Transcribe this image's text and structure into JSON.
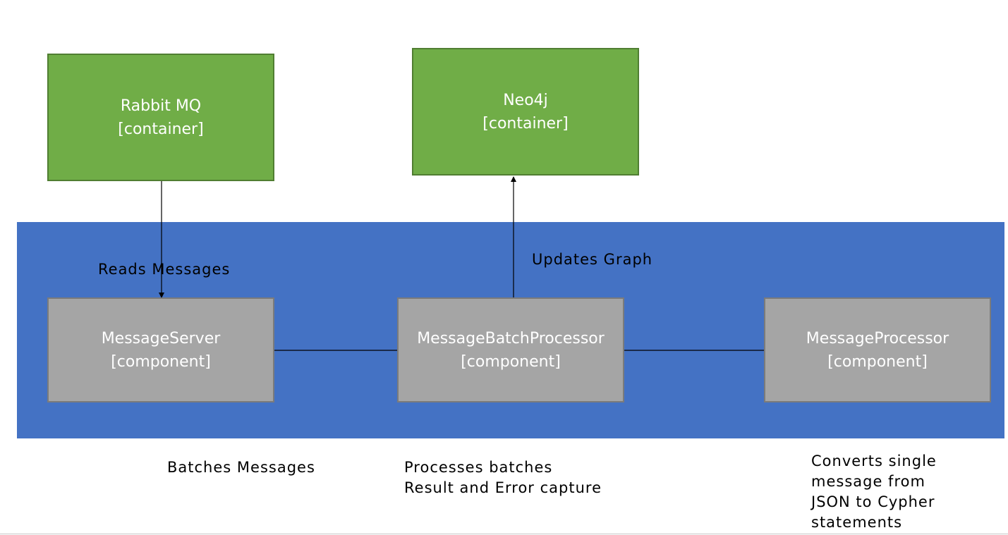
{
  "containers": {
    "rabbit": {
      "name": "Rabbit MQ",
      "type": "[container]"
    },
    "neo4j": {
      "name": "Neo4j",
      "type": "[container]"
    }
  },
  "components": {
    "server": {
      "name": "MessageServer",
      "type": "[component]"
    },
    "batch": {
      "name": "MessageBatchProcessor",
      "type": "[component]"
    },
    "processor": {
      "name": "MessageProcessor",
      "type": "[component]"
    }
  },
  "edges": {
    "reads": "Reads Messages",
    "updates": "Updates Graph"
  },
  "notes": {
    "server": [
      "Batches Messages"
    ],
    "batch": [
      "Processes batches",
      "Result and Error capture"
    ],
    "processor": [
      "Converts single",
      "message from",
      "JSON to Cypher",
      "statements"
    ]
  },
  "colors": {
    "container": "#70ad47",
    "component": "#a5a5a5",
    "boundary": "#4472c4"
  }
}
